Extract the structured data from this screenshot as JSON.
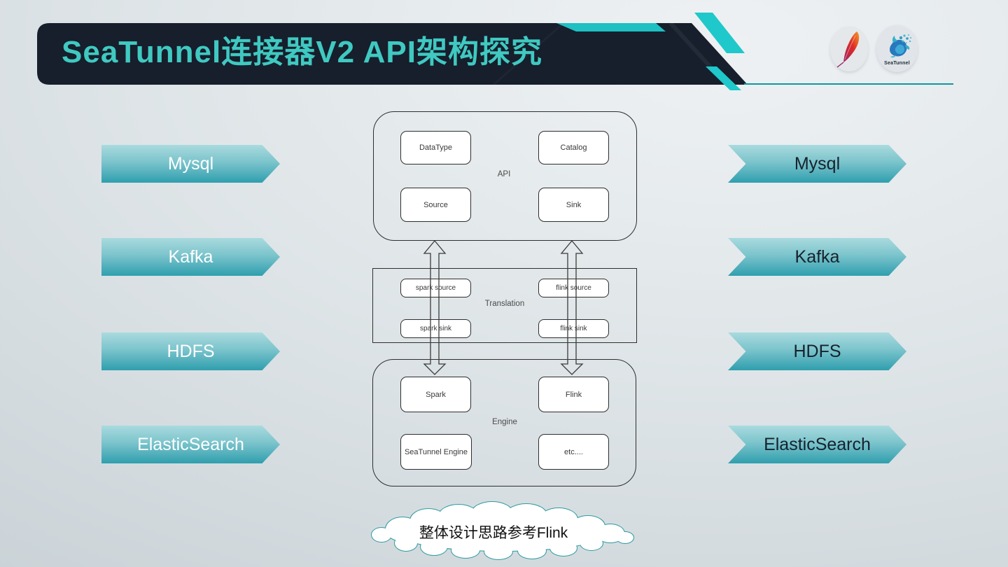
{
  "header": {
    "title": "SeaTunnel连接器V2 API架构探究",
    "logos": {
      "apache": {
        "icon": "apache-feather-logo"
      },
      "seatunnel": {
        "icon": "seatunnel-logo",
        "caption": "SeaTunnel"
      }
    }
  },
  "banners": {
    "left": [
      "Mysql",
      "Kafka",
      "HDFS",
      "ElasticSearch"
    ],
    "right": [
      "Mysql",
      "Kafka",
      "HDFS",
      "ElasticSearch"
    ]
  },
  "diagram": {
    "api": {
      "label": "API",
      "items": [
        "DataType",
        "Catalog",
        "Source",
        "Sink"
      ]
    },
    "translation": {
      "label": "Translation",
      "items": [
        "spark source",
        "flink source",
        "spark sink",
        "flink sink"
      ]
    },
    "engine": {
      "label": "Engine",
      "items": [
        "Spark",
        "Flink",
        "SeaTunnel Engine",
        "etc...."
      ]
    }
  },
  "cloud": {
    "text": "整体设计思路参考Flink"
  },
  "colors": {
    "header_dark": "#171e2c",
    "title_teal": "#3fc9c1",
    "accent_teal": "#1fc4c6",
    "divider_line_teal": "#0d97a2",
    "banner_gradient_top": "#a9dade",
    "banner_gradient_bottom": "#2f9fae",
    "banner_text_left": "#ffffff",
    "banner_text_right": "#17222c",
    "diagram_border": "#2e2e2e",
    "cloud_stroke": "#2e9ba1"
  }
}
